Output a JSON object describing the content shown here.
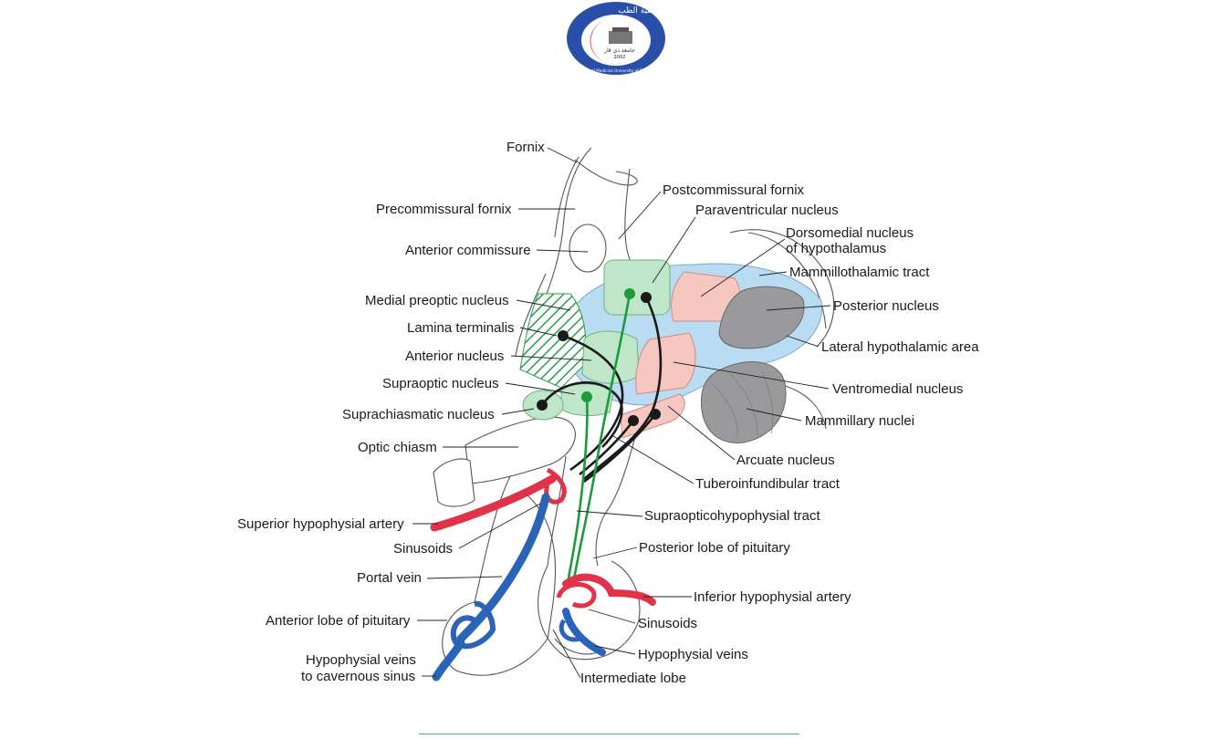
{
  "logo": {
    "text_arabic_top": "كلية الطب",
    "text_arabic_center": "جامعة ذي قار",
    "text_english_ring": "College of Medicine University of Thi - Qar",
    "year": "2002"
  },
  "labels": {
    "fornix": "Fornix",
    "precommissural_fornix": "Precommissural fornix",
    "anterior_commissure": "Anterior commissure",
    "medial_preoptic_nucleus": "Medial preoptic nucleus",
    "lamina_terminalis": "Lamina terminalis",
    "anterior_nucleus": "Anterior nucleus",
    "supraoptic_nucleus": "Supraoptic nucleus",
    "suprachiasmatic_nucleus": "Suprachiasmatic nucleus",
    "optic_chiasm": "Optic chiasm",
    "superior_hypophysial_artery": "Superior hypophysial artery",
    "sinusoids_left": "Sinusoids",
    "portal_vein": "Portal vein",
    "anterior_lobe": "Anterior lobe of pituitary",
    "hypophysial_veins_cavernous_1": "Hypophysial veins",
    "hypophysial_veins_cavernous_2": "to cavernous sinus",
    "postcommissural_fornix": "Postcommissural fornix",
    "paraventricular_nucleus": "Paraventricular nucleus",
    "dorsomedial_nucleus_1": "Dorsomedial nucleus",
    "dorsomedial_nucleus_2": "of hypothalamus",
    "mammillothalamic_tract": "Mammillothalamic tract",
    "posterior_nucleus": "Posterior nucleus",
    "lateral_hypothalamic_area": "Lateral hypothalamic area",
    "ventromedial_nucleus": "Ventromedial nucleus",
    "mammillary_nuclei": "Mammillary nuclei",
    "arcuate_nucleus": "Arcuate nucleus",
    "tuberoinfundibular_tract": "Tuberoinfundibular tract",
    "supraopticohypophysial_tract": "Supraopticohypophysial tract",
    "posterior_lobe": "Posterior lobe of pituitary",
    "inferior_hypophysial_artery": "Inferior hypophysial artery",
    "sinusoids_right": "Sinusoids",
    "hypophysial_veins_right": "Hypophysial veins",
    "intermediate_lobe": "Intermediate lobe"
  },
  "colors": {
    "hypothalamic_area": "#b9dcf2",
    "nucleus_green": "#bfe6c8",
    "nucleus_pink": "#f6c6c0",
    "nucleus_gray": "#9a9a9c",
    "tract_green": "#1a9c3a",
    "artery_red": "#e0334a",
    "vein_blue": "#2a64b8",
    "neuron_black": "#1a1a1a",
    "logo_blue": "#2a4fa8",
    "logo_red": "#d8232a"
  }
}
